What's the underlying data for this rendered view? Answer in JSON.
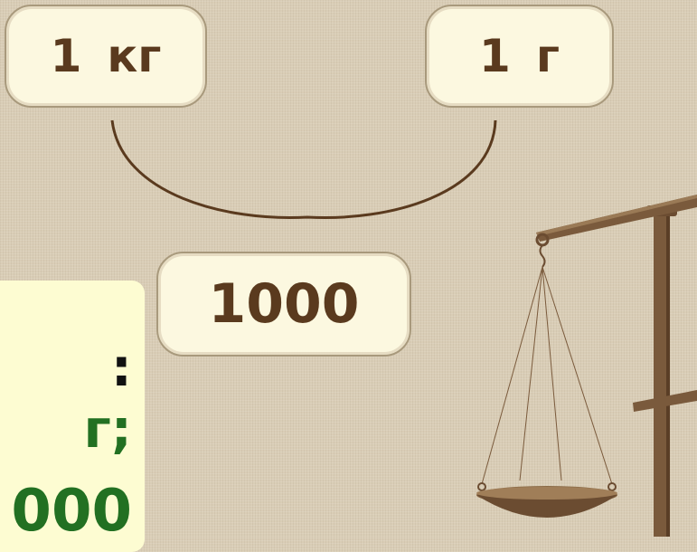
{
  "units": {
    "left": {
      "value": "1",
      "unit": "кг"
    },
    "right": {
      "value": "1",
      "unit": "г"
    },
    "factor": "1000"
  },
  "note": {
    "line1": ":",
    "line2": "г;",
    "line3": "000"
  },
  "colors": {
    "pill_fill": "#fcf8e0",
    "pill_text": "#5a3a1e",
    "arc": "#5a3a1e",
    "note_fill": "#fdfcd2",
    "note_green": "#227022",
    "scale_wood": "#7a5a3c"
  }
}
